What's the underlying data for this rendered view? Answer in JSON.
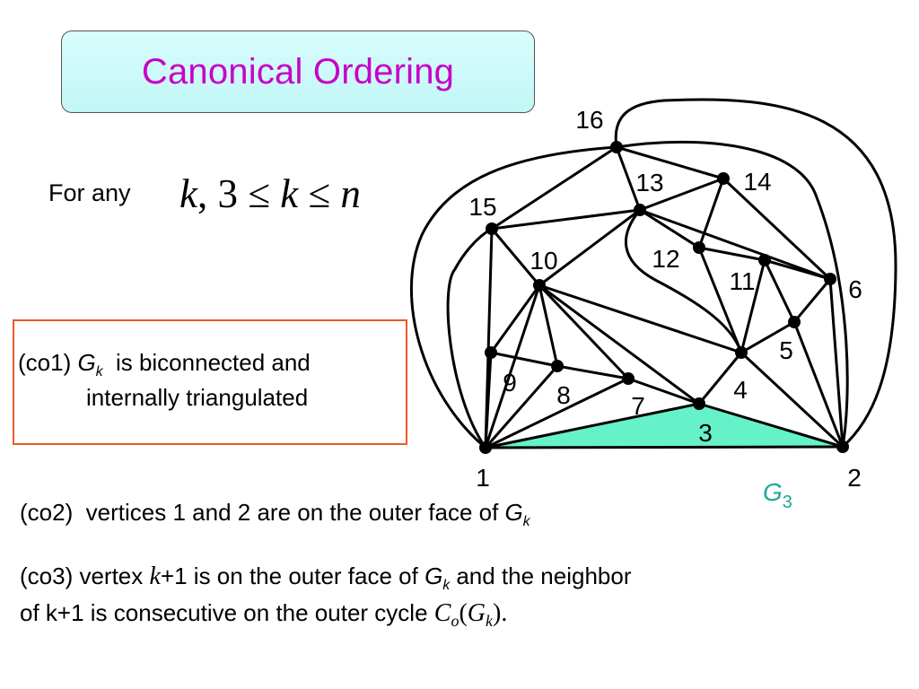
{
  "title": "Canonical Ordering",
  "intro": {
    "for_any": "For any",
    "k_var": "k",
    "formula_rest": ", 3 ≤ ",
    "k_var2": "k",
    "leq": " ≤ ",
    "n_var": "n"
  },
  "co1": {
    "prefix": "(co1) ",
    "g": "G",
    "sub": "k",
    "text1": "  is biconnected and",
    "text2": "internally triangulated"
  },
  "co2": {
    "text": "(co2)  vertices 1 and 2 are on the outer face of ",
    "g": "G",
    "sub": "k"
  },
  "co3": {
    "prefix": "(co3) vertex ",
    "k": "k",
    "plus1": "+1 is on the outer face of ",
    "g": "G",
    "sub": "k",
    "text_after": " and the neighbor",
    "line2": "of k+1 is consecutive on the outer cycle ",
    "c": "C",
    "c_sub": "o",
    "paren_open": "(",
    "g2": "G",
    "g2_sub": "k",
    "paren_close": ").",
    "period": ""
  },
  "graph": {
    "vertex_labels": [
      "1",
      "2",
      "3",
      "4",
      "5",
      "6",
      "7",
      "8",
      "9",
      "10",
      "11",
      "12",
      "13",
      "14",
      "15",
      "16"
    ],
    "subgraph_label": "G",
    "subgraph_sub": "3",
    "highlight_color": "#66f2c8",
    "g3_color": "#1aa89a"
  },
  "colors": {
    "title": "#c800c8",
    "box_border": "#ea5a2a",
    "title_bg": "#c8f8f8"
  }
}
